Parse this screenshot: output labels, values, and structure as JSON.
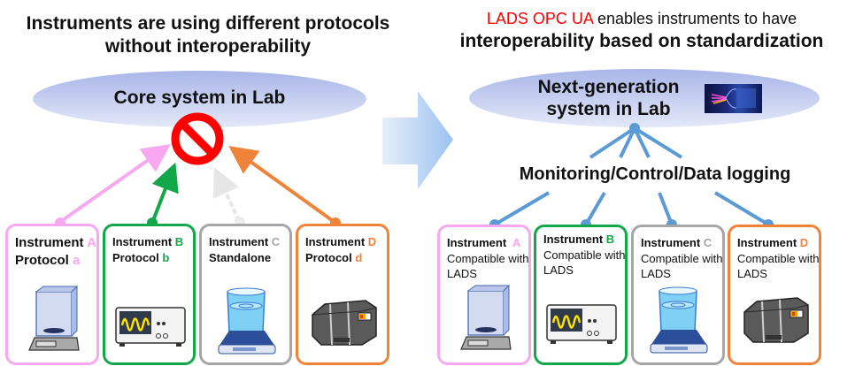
{
  "left": {
    "title_line1": "Instruments are using different protocols",
    "title_line2": "without interoperability",
    "core_label": "Core system in Lab",
    "blocked_icon": "prohibited-icon",
    "instruments": [
      {
        "name": "Instrument",
        "letter": "A",
        "line2": "Protocol",
        "line2_letter": "a",
        "color": "#f7a8f0",
        "icon": "analytical-balance-icon"
      },
      {
        "name": "Instrument",
        "letter": "B",
        "line2": "Protocol",
        "line2_letter": "b",
        "color": "#12a84a",
        "icon": "oscilloscope-icon"
      },
      {
        "name": "Instrument",
        "letter": "C",
        "line2": "Standalone",
        "line2_letter": "",
        "color": "#a6a6a6",
        "icon": "stirrer-beaker-icon"
      },
      {
        "name": "Instrument",
        "letter": "D",
        "line2": "Protocol",
        "line2_letter": "d",
        "color": "#f0833a",
        "icon": "analyzer-device-icon"
      }
    ]
  },
  "transition_arrow": "right-arrow-icon",
  "right": {
    "title_red": "LADS OPC UA",
    "title_rest": " enables instruments to have",
    "title_line2": "interoperability based on standardization",
    "title_red_color": "#ff0000",
    "core_label_line1": "Next-generation",
    "core_label_line2": "system in Lab",
    "core_image": "data-network-image",
    "bus_label": "Monitoring/Control/Data logging",
    "link_color": "#5b9bd5",
    "instruments": [
      {
        "name": "Instrument",
        "letter": "A",
        "line2": "Compatible with LADS",
        "color": "#f7a8f0",
        "icon": "analytical-balance-icon"
      },
      {
        "name": "Instrument",
        "letter": "B",
        "line2": "Compatible with LADS",
        "color": "#12a84a",
        "icon": "oscilloscope-icon"
      },
      {
        "name": "Instrument",
        "letter": "C",
        "line2": "Compatible with LADS",
        "color": "#a6a6a6",
        "icon": "stirrer-beaker-icon"
      },
      {
        "name": "Instrument",
        "letter": "D",
        "line2": "Compatible with LADS",
        "color": "#f0833a",
        "icon": "analyzer-device-icon"
      }
    ]
  }
}
